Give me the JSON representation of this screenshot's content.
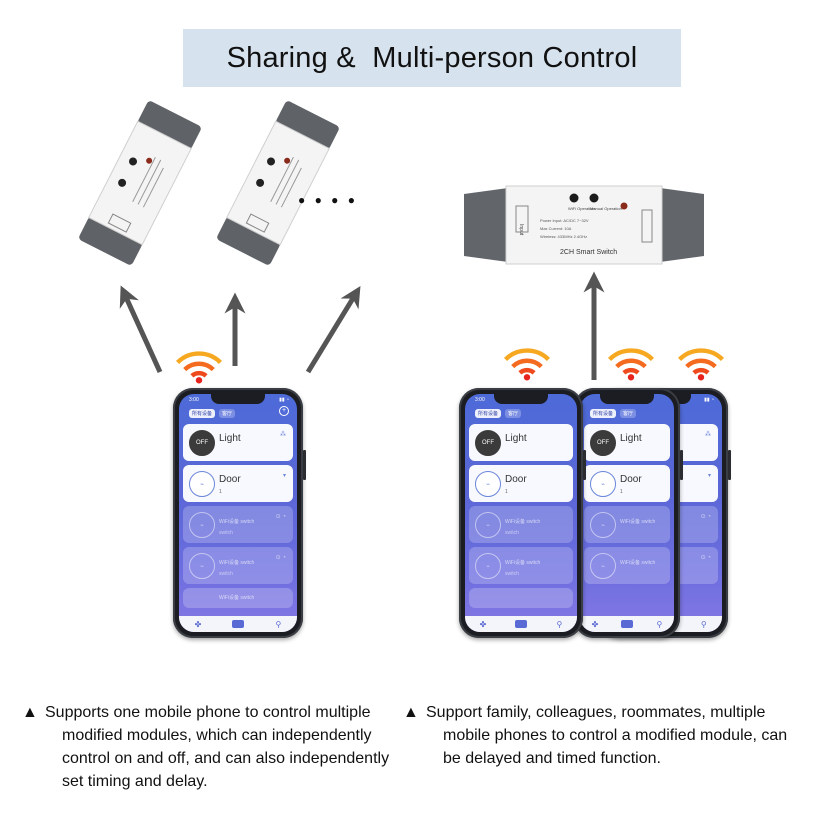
{
  "title": "Sharing &  Multi-person Control",
  "ellipsis": "● ● ● ●",
  "module": {
    "label": "2CH Smart Switch",
    "input_tag": "Input",
    "spec_lines": [
      "Power Input: AC/DC 7~32V",
      "Max Current: 10A",
      "Wireless: 433MHz 2.4GHz"
    ],
    "btn_left": "WiFi Operation",
    "btn_right": "Manual Operation"
  },
  "phone": {
    "time": "3:00",
    "tab_all": "所有设备",
    "tab_room": "客厅",
    "cards": [
      {
        "label": "Light",
        "icon": "OFF",
        "sub": "",
        "mark": "⁂"
      },
      {
        "label": "Door",
        "icon": "power-plug",
        "sub": "1",
        "mark": "▾"
      },
      {
        "label": "WiFi设备 switch",
        "icon": "",
        "sub": "switch",
        "mark": "⊙ ◔"
      },
      {
        "label": "WiFi设备 switch",
        "icon": "",
        "sub": "switch",
        "mark": "⊙ ◔"
      },
      {
        "label": "WiFi设备 switch",
        "icon": "",
        "sub": "",
        "mark": ""
      }
    ]
  },
  "captions": {
    "left": "Supports one mobile phone to control multiple modified modules, which can independently control on and off, and can also independently set timing and delay.",
    "right": "Support family, colleagues, roommates, multiple mobile phones to control a modified module, can be delayed and timed function."
  },
  "colors": {
    "title_bg": "#d6e2ee",
    "arrow": "#555555",
    "wifi_top": "#f7a821",
    "wifi_mid": "#f46a1f",
    "wifi_dot": "#e8231d",
    "module_body": "#f4f4f4",
    "module_end": "#5f6266"
  }
}
